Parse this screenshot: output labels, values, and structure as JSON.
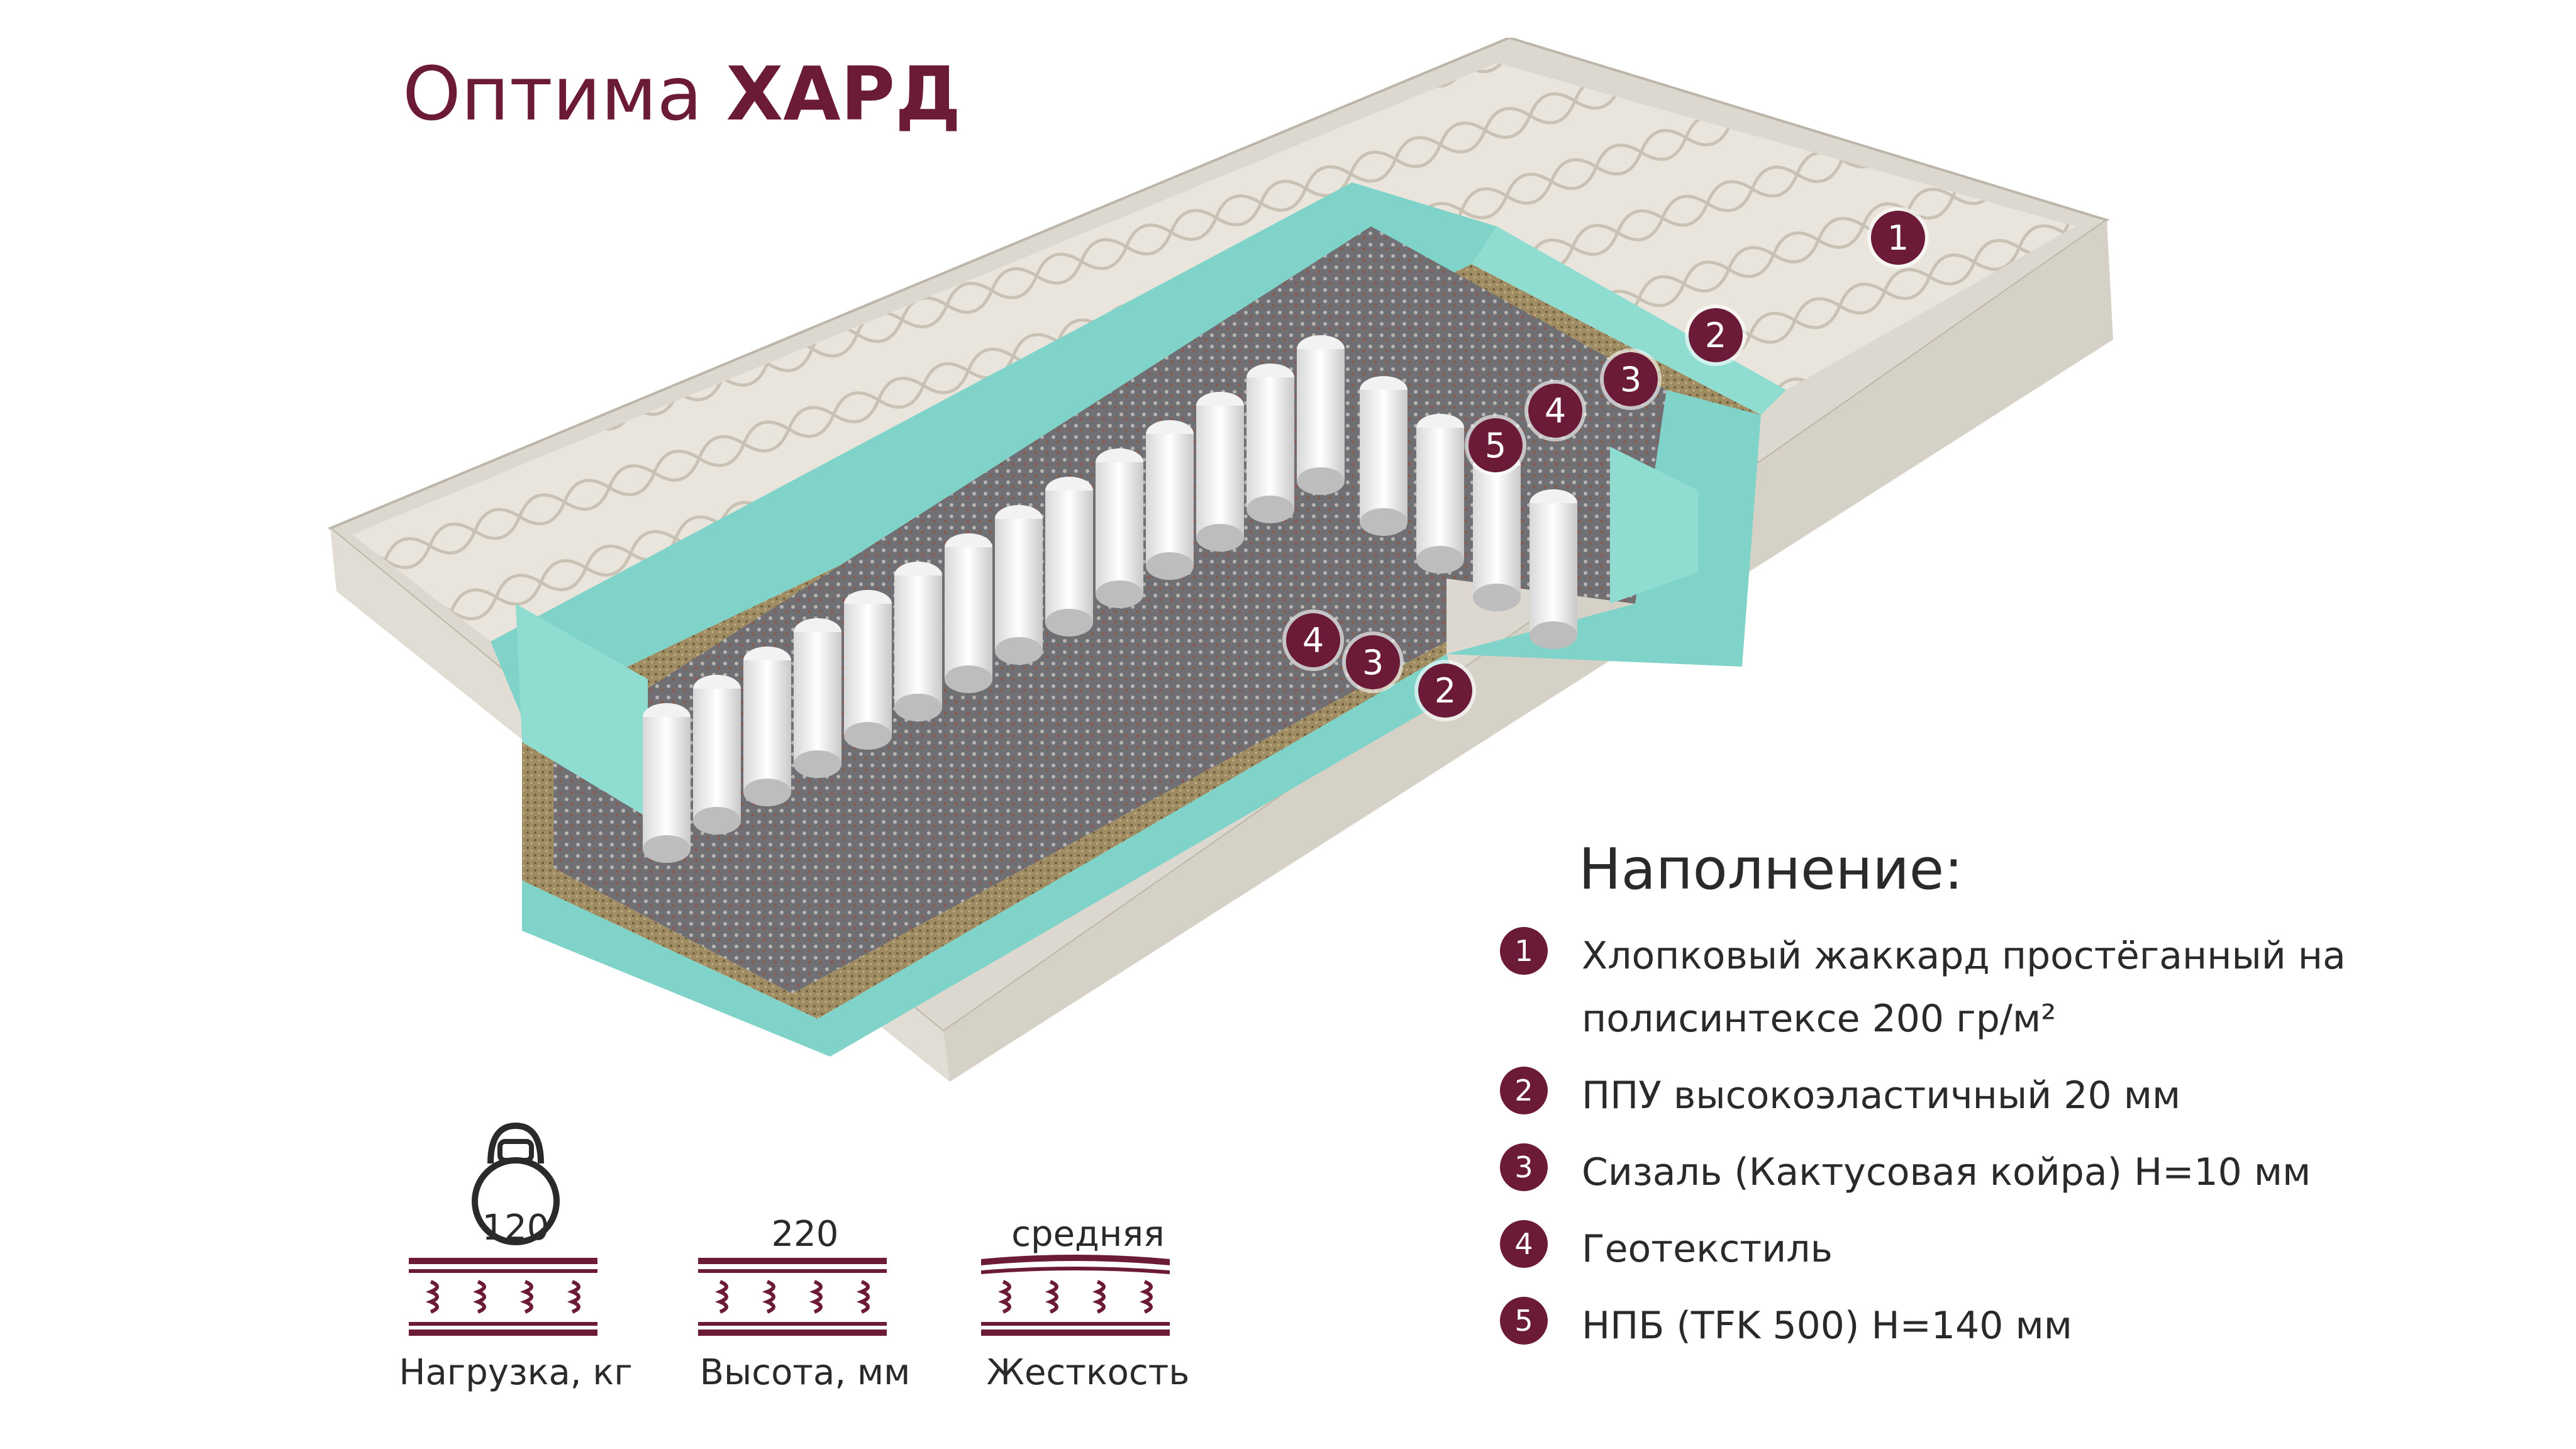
{
  "title": {
    "part1": "Оптима",
    "part2": "ХАРД"
  },
  "filling": {
    "heading": "Наполнение:",
    "items": [
      {
        "num": "1",
        "text": "Хлопковый жаккард простёганный на полисинтексе 200 гр/м²"
      },
      {
        "num": "2",
        "text": "ППУ высокоэластичный 20 мм"
      },
      {
        "num": "3",
        "text": "Сизаль (Кактусовая койра) Н=10 мм"
      },
      {
        "num": "4",
        "text": "Геотекстиль"
      },
      {
        "num": "5",
        "text": "НПБ (TFK 500) Н=140 мм"
      }
    ]
  },
  "callouts": [
    "1",
    "2",
    "3",
    "4",
    "5",
    "4",
    "3",
    "2"
  ],
  "specs": {
    "load": {
      "value": "120",
      "label": "Нагрузка, кг"
    },
    "height": {
      "value": "220",
      "label": "Высота, мм"
    },
    "firmness": {
      "value": "средняя",
      "label": "Жесткость"
    }
  },
  "colors": {
    "accent": "#6b1a38",
    "foam": "#7fd3c8",
    "cover": "#e8e4dc",
    "sisal": "#9c8a63"
  },
  "icons": {
    "weight": "kettlebell-icon",
    "springs": "spring-block-icon"
  }
}
